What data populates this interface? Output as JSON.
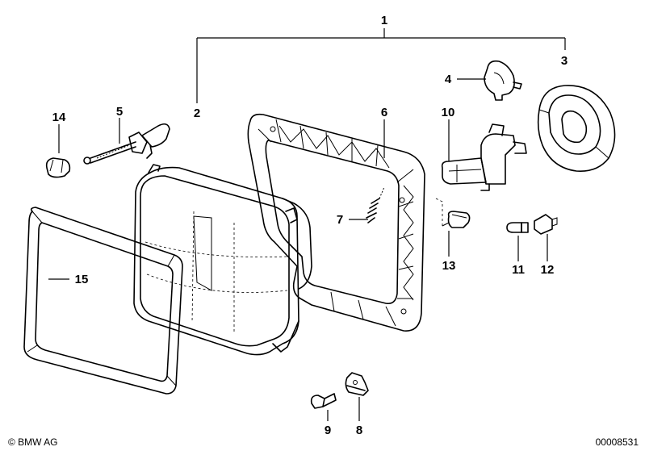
{
  "parts": [
    {
      "id": "headlight-assembly-label",
      "number": "1"
    },
    {
      "id": "sealed-beam-label",
      "number": "2"
    },
    {
      "id": "bulb-socket-cap-label",
      "number": "3"
    },
    {
      "id": "retaining-spring-label",
      "number": "4"
    },
    {
      "id": "adjusting-screw-label",
      "number": "5"
    },
    {
      "id": "mounting-frame-label",
      "number": "6"
    },
    {
      "id": "spring-label",
      "number": "7"
    },
    {
      "id": "clip-nut-label",
      "number": "8"
    },
    {
      "id": "screw-label",
      "number": "9"
    },
    {
      "id": "halogen-bulb-label",
      "number": "10"
    },
    {
      "id": "bulb-label",
      "number": "11"
    },
    {
      "id": "bulb-holder-label",
      "number": "12"
    },
    {
      "id": "bulb-socket-label",
      "number": "13"
    },
    {
      "id": "cap-nut-label",
      "number": "14"
    },
    {
      "id": "trim-ring-label",
      "number": "15"
    }
  ],
  "footer": {
    "copyright": "© BMW AG",
    "diagram_number": "00008531"
  }
}
